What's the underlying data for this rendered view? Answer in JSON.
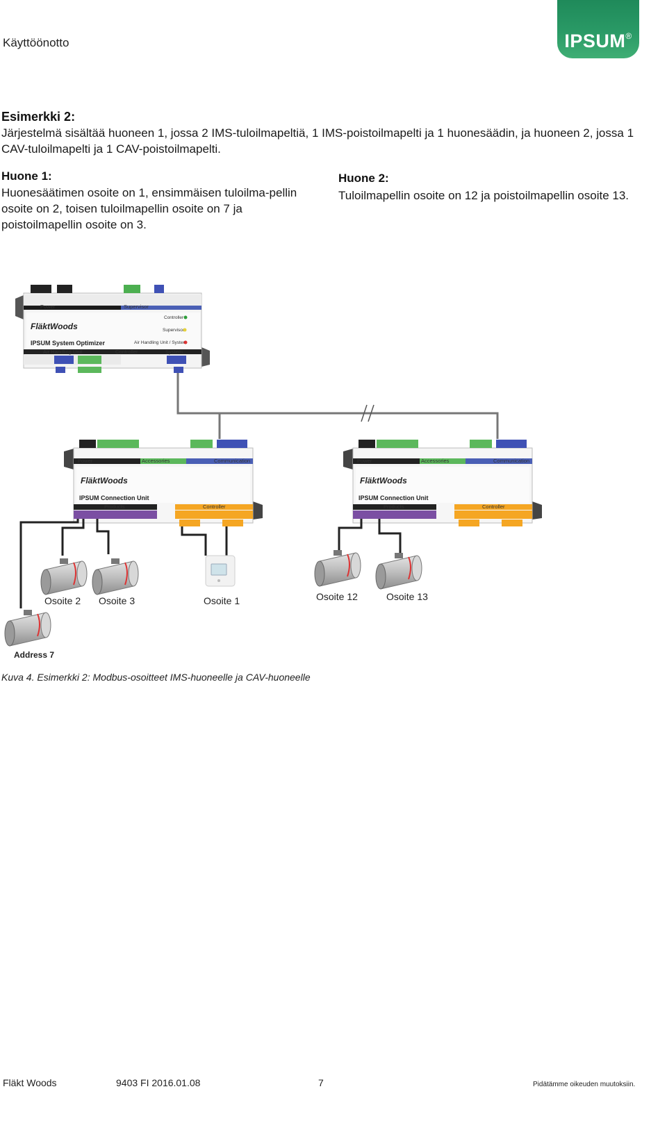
{
  "header": {
    "section": "Käyttöönotto",
    "logo": "IPSUM",
    "logo_mark": "®"
  },
  "example": {
    "title": "Esimerkki 2:",
    "description": "Järjestelmä sisältää huoneen 1, jossa 2 IMS-tuloilmapeltiä, 1 IMS-poistoilmapelti ja 1 huonesäädin, ja huoneen 2, jossa 1 CAV-tuloilmapelti ja 1 CAV-poistoilmapelti."
  },
  "room1": {
    "title": "Huone 1:",
    "text": "Huonesäätimen osoite on 1, ensimmäisen tuloilma-pellin osoite on 2, toisen tuloilmapellin osoite on 7 ja poistoilmapellin osoite on 3."
  },
  "room2": {
    "title": "Huone 2:",
    "text": "Tuloilmapellin osoite on 12 ja poistoilmapellin osoite 13."
  },
  "diagram": {
    "optimizer": {
      "brand": "FläktWoods",
      "name": "IPSUM System Optimizer",
      "top_labels": [
        "Power",
        "Supervisor"
      ],
      "status": [
        "Controller",
        "Supervisor",
        "Air Handling Unit / System"
      ],
      "bottom_labels": [
        "Air Handling Unit",
        "Controller",
        "System"
      ]
    },
    "connection_unit": {
      "brand": "FläktWoods",
      "name": "IPSUM Connection Unit",
      "top_labels": [
        "Power",
        "Accessories",
        "Communication"
      ],
      "bottom_labels": [
        "Products",
        "Controller"
      ]
    },
    "addresses": {
      "a2": "Osoite 2",
      "a3": "Osoite 3",
      "a1": "Osoite 1",
      "a12": "Osoite 12",
      "a13": "Osoite 13",
      "a7": "Address 7"
    },
    "colors": {
      "green": "#5cb85c",
      "blue": "#4a5fb5",
      "purple": "#7b4fa3",
      "orange": "#f5a623",
      "cable": "#777777"
    }
  },
  "caption": "Kuva 4. Esimerkki 2: Modbus-osoitteet IMS-huoneelle ja CAV-huoneelle",
  "footer": {
    "brand": "Fläkt Woods",
    "code": "9403 FI 2016.01.08",
    "page": "7",
    "rights": "Pidätämme oikeuden muutoksiin."
  }
}
